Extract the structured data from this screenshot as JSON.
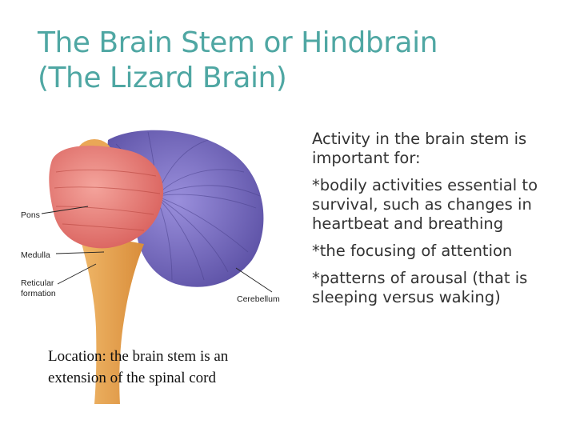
{
  "slide": {
    "title_line1": "The Brain Stem or Hindbrain",
    "title_line2": "(The Lizard Brain)"
  },
  "figure": {
    "labels": {
      "pons": "Pons",
      "medulla": "Medulla",
      "reticular_line1": "Reticular",
      "reticular_line2": "formation",
      "cerebellum": "Cerebellum"
    },
    "caption_line1": "Location: the brain stem is an",
    "caption_line2": "extension of the spinal cord"
  },
  "body": {
    "paragraphs": [
      "Activity in the brain stem is important for:",
      "*bodily activities essential to survival, such as changes in heartbeat and breathing",
      "*the focusing of attention",
      "*patterns of arousal (that is sleeping versus waking)"
    ]
  },
  "colors": {
    "title": "#4fa7a3",
    "cerebellum": "#7e72c4",
    "pons": "#e9837c",
    "stem": "#eaa756"
  }
}
